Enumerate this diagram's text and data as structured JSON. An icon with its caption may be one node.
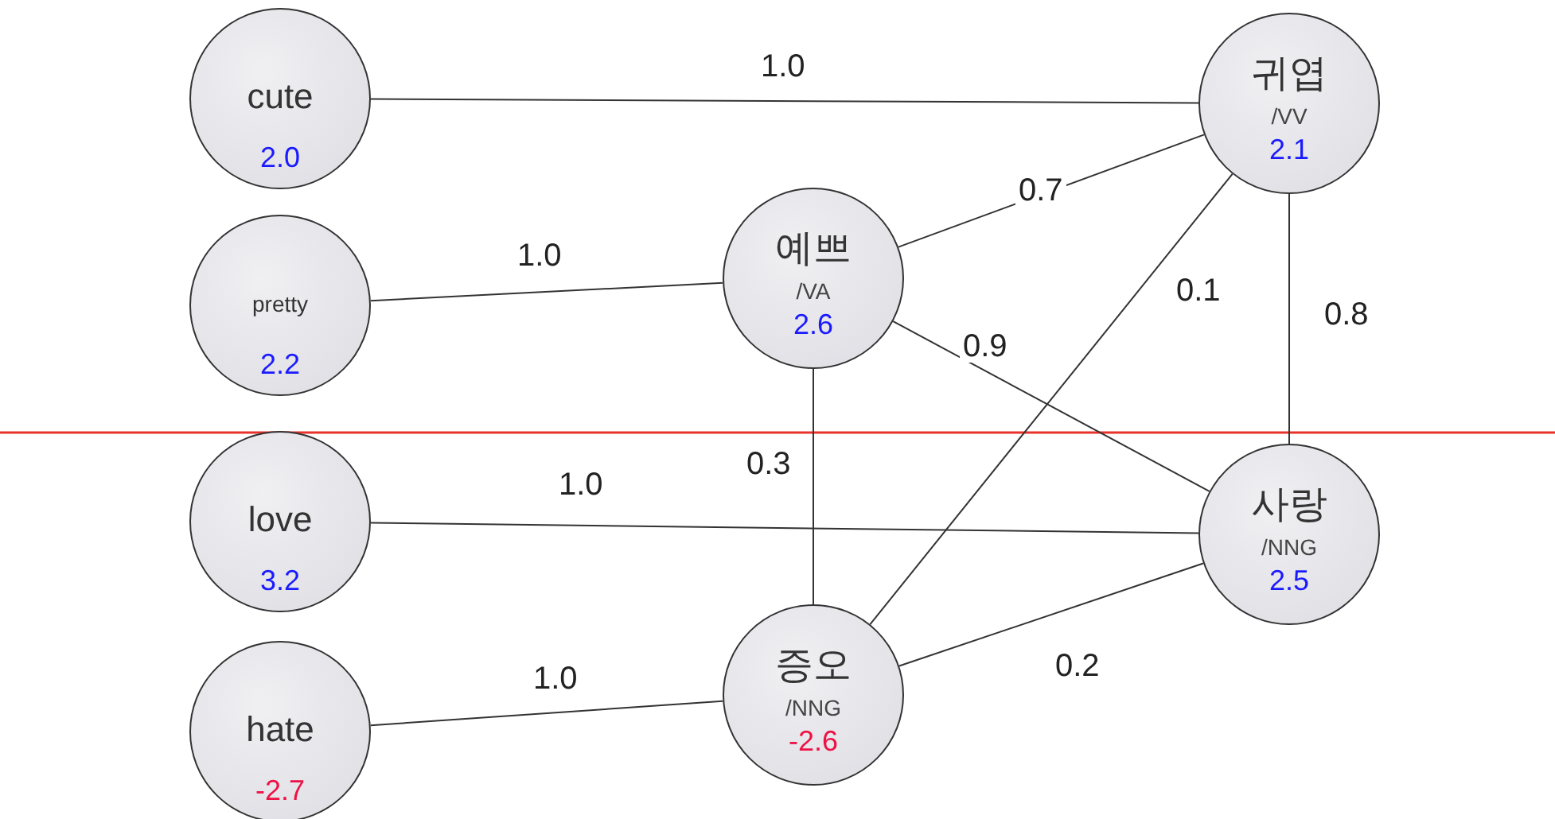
{
  "diagram": {
    "nodes": [
      {
        "text": [
          "cute",
          "2.0"
        ]
      },
      {
        "text": [
          "귀엽",
          "/VV",
          "2.1"
        ]
      },
      {
        "text": [
          "pretty",
          "2.2"
        ]
      },
      {
        "text": [
          "예쁘",
          "/VA",
          "2.6"
        ]
      },
      {
        "text": [
          "love",
          "3.2"
        ]
      },
      {
        "text": [
          "사랑",
          "/NNG",
          "2.5"
        ]
      },
      {
        "text": [
          "hate",
          "-2.7"
        ]
      },
      {
        "text": [
          "증오",
          "/NNG",
          "-2.6"
        ]
      }
    ],
    "edges": [
      {
        "from": 0,
        "to": 1,
        "arrow": "none",
        "label": "1.0"
      },
      {
        "from": 2,
        "to": 3,
        "arrow": "none",
        "label": "1.0"
      },
      {
        "from": 3,
        "to": 1,
        "arrow": "none",
        "label": "0.7"
      },
      {
        "from": 3,
        "to": 5,
        "arrow": "none",
        "label": "0.9"
      },
      {
        "from": 7,
        "to": 1,
        "arrow": "none",
        "label": "0.1"
      },
      {
        "from": 1,
        "to": 5,
        "arrow": "none",
        "label": "0.8"
      },
      {
        "from": 3,
        "to": 7,
        "arrow": "none",
        "label": "0.3"
      },
      {
        "from": 4,
        "to": 5,
        "arrow": "none",
        "label": "1.0"
      },
      {
        "from": 6,
        "to": 7,
        "arrow": "none",
        "label": "1.0"
      },
      {
        "from": 7,
        "to": 5,
        "arrow": "none",
        "label": "0.2"
      }
    ]
  }
}
